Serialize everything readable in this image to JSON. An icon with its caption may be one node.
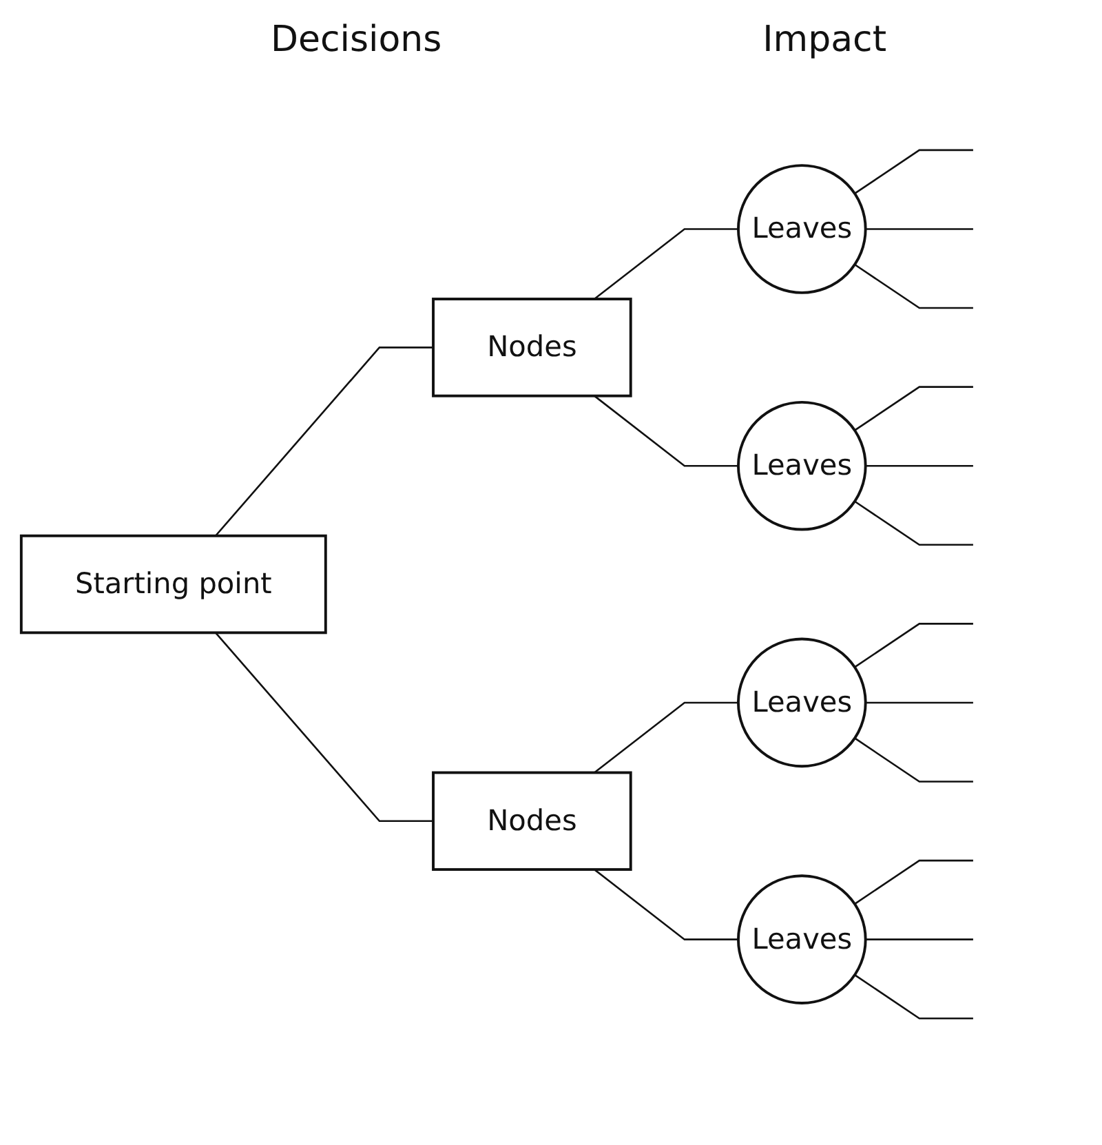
{
  "diagram": {
    "nodes": [
      {
        "text": [
          "Starting point"
        ]
      },
      {
        "text": [
          "Nodes"
        ]
      },
      {
        "text": [
          "Nodes"
        ]
      },
      {
        "text": [
          "Leaves"
        ]
      },
      {
        "text": [
          "Leaves"
        ]
      },
      {
        "text": [
          "Leaves"
        ]
      },
      {
        "text": [
          "Leaves"
        ]
      }
    ],
    "edges": [
      {
        "from": 0,
        "to": 1,
        "arrow": "none"
      },
      {
        "from": 0,
        "to": 2,
        "arrow": "none"
      },
      {
        "from": 1,
        "to": 3,
        "arrow": "none"
      },
      {
        "from": 1,
        "to": 4,
        "arrow": "none"
      },
      {
        "from": 2,
        "to": 5,
        "arrow": "none"
      },
      {
        "from": 2,
        "to": 6,
        "arrow": "none"
      },
      {
        "from": 3,
        "to": null,
        "arrow": "none"
      },
      {
        "from": 3,
        "to": null,
        "arrow": "none"
      },
      {
        "from": 3,
        "to": null,
        "arrow": "none"
      },
      {
        "from": 4,
        "to": null,
        "arrow": "none"
      },
      {
        "from": 4,
        "to": null,
        "arrow": "none"
      },
      {
        "from": 4,
        "to": null,
        "arrow": "none"
      },
      {
        "from": 5,
        "to": null,
        "arrow": "none"
      },
      {
        "from": 5,
        "to": null,
        "arrow": "none"
      },
      {
        "from": 5,
        "to": null,
        "arrow": "none"
      },
      {
        "from": 6,
        "to": null,
        "arrow": "none"
      },
      {
        "from": 6,
        "to": null,
        "arrow": "none"
      },
      {
        "from": 6,
        "to": null,
        "arrow": "none"
      }
    ],
    "labels": [
      "Decisions",
      "Impact"
    ]
  }
}
